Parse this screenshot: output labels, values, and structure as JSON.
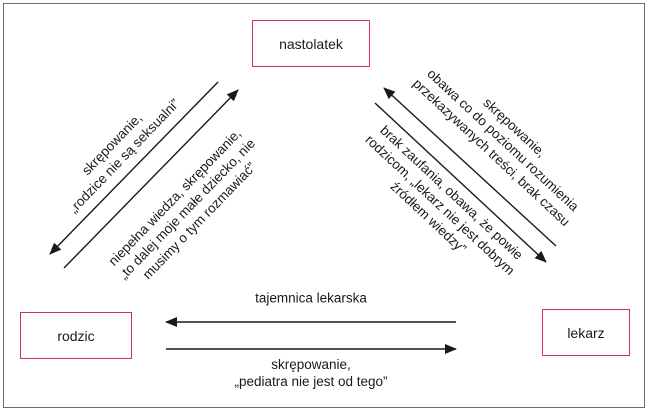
{
  "nodes": {
    "top": "nastolatek",
    "left": "rodzic",
    "right": "lekarz"
  },
  "edges": {
    "top_left_outer": [
      "skrępowanie,",
      "„rodzice nie są seksualni”"
    ],
    "top_left_inner": [
      "niepełna wiedza, skrępowanie,",
      "„to dalej moje małe dziecko, nie",
      "musimy o tym rozmawiać”"
    ],
    "top_right_outer": [
      "skrępowanie,",
      "obawa co do poziomu rozumienia",
      "przekazywanych treści, brak czasu"
    ],
    "top_right_inner": [
      "brak zaufania, obawa, że powie",
      "rodzicom, „lekarz nie jest dobrym",
      "źródłem wiedzy”"
    ],
    "bottom_top": [
      "tajemnica lekarska"
    ],
    "bottom_bottom": [
      "skrępowanie,",
      "„pediatra nie jest od tego”"
    ]
  },
  "colors": {
    "node_border": "#d4287c",
    "line": "#1a1a1a",
    "frame": "#6b6b6b"
  }
}
